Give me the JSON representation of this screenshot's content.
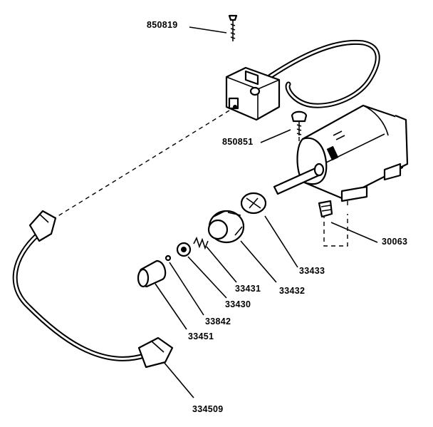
{
  "parts": [
    {
      "id": "p1",
      "number": "850819"
    },
    {
      "id": "p2",
      "number": "850851"
    },
    {
      "id": "p3",
      "number": "30063"
    },
    {
      "id": "p4",
      "number": "33433"
    },
    {
      "id": "p5",
      "number": "33431"
    },
    {
      "id": "p6",
      "number": "33432"
    },
    {
      "id": "p7",
      "number": "33430"
    },
    {
      "id": "p8",
      "number": "33842"
    },
    {
      "id": "p9",
      "number": "33451"
    },
    {
      "id": "p10",
      "number": "334509"
    }
  ]
}
